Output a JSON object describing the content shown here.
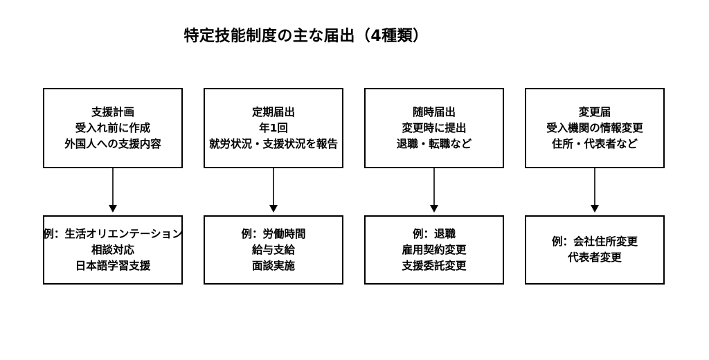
{
  "title": "特定技能制度の主な届出（4種類）",
  "columns": [
    {
      "top_lines": [
        "支援計画",
        "受入れ前に作成",
        "外国人への支援内容"
      ],
      "bottom_lines": [
        "例：生活オリエンテーション",
        "相談対応",
        "日本語学習支援"
      ]
    },
    {
      "top_lines": [
        "定期届出",
        "年1回",
        "就労状況・支援状況を報告"
      ],
      "bottom_lines": [
        "例：労働時間",
        "給与支給",
        "面談実施"
      ]
    },
    {
      "top_lines": [
        "随時届出",
        "変更時に提出",
        "退職・転職など"
      ],
      "bottom_lines": [
        "例：退職",
        "雇用契約変更",
        "支援委託変更"
      ]
    },
    {
      "top_lines": [
        "変更届",
        "受入機関の情報変更",
        "住所・代表者など"
      ],
      "bottom_lines": [
        "例：会社住所変更",
        "代表者変更"
      ]
    }
  ]
}
